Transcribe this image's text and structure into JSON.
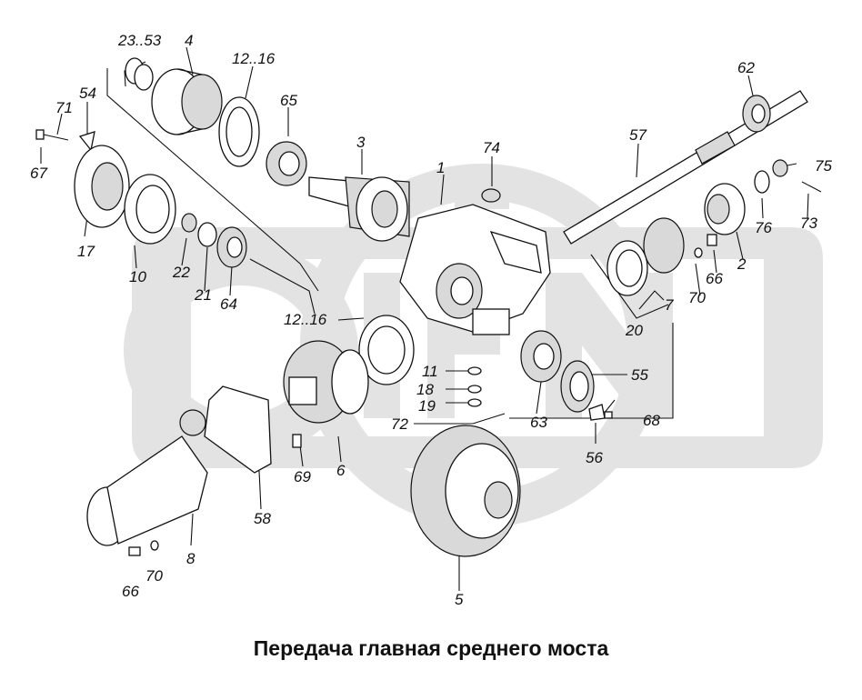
{
  "caption": "Передача главная среднего моста",
  "watermark": "OOO",
  "colors": {
    "watermark": "#e3e3e3",
    "ink": "#111111",
    "background": "#ffffff"
  },
  "labels": {
    "l_23_53": "23..53",
    "l_4": "4",
    "l_12_16a": "12..16",
    "l_65": "65",
    "l_3": "3",
    "l_54": "54",
    "l_71": "71",
    "l_67": "67",
    "l_17": "17",
    "l_10": "10",
    "l_22": "22",
    "l_21": "21",
    "l_64": "64",
    "l_74": "74",
    "l_1": "1",
    "l_57": "57",
    "l_62": "62",
    "l_75": "75",
    "l_76": "76",
    "l_73": "73",
    "l_2": "2",
    "l_66a": "66",
    "l_7": "7",
    "l_70a": "70",
    "l_20": "20",
    "l_12_16b": "12..16",
    "l_11": "11",
    "l_18": "18",
    "l_19": "19",
    "l_72": "72",
    "l_63": "63",
    "l_55": "55",
    "l_68": "68",
    "l_56": "56",
    "l_6": "6",
    "l_69": "69",
    "l_58": "58",
    "l_8": "8",
    "l_70b": "70",
    "l_66b": "66",
    "l_5": "5"
  }
}
